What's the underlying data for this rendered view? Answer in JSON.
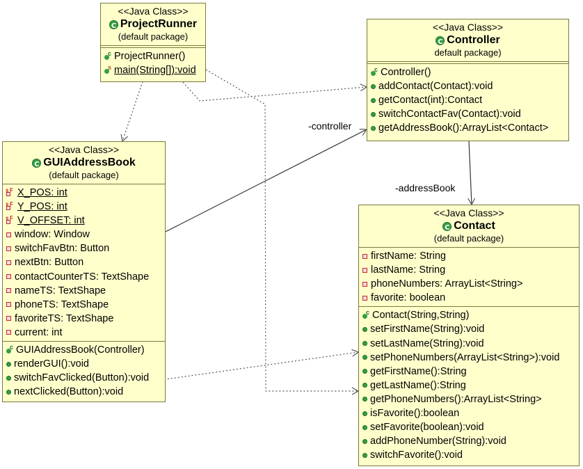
{
  "diagram": {
    "classes": {
      "projectRunner": {
        "stereotype": "<<Java Class>>",
        "name": "ProjectRunner",
        "package": "(default package)",
        "attributes": [],
        "methods": [
          {
            "text": "ProjectRunner()",
            "kind": "constructor"
          },
          {
            "text": "main(String[]):void",
            "kind": "static-public"
          }
        ]
      },
      "controller": {
        "stereotype": "<<Java Class>>",
        "name": "Controller",
        "package": "default package)",
        "attributes": [],
        "methods": [
          {
            "text": "Controller()",
            "kind": "constructor"
          },
          {
            "text": "addContact(Contact):void",
            "kind": "public"
          },
          {
            "text": "getContact(int):Contact",
            "kind": "public"
          },
          {
            "text": "switchContactFav(Contact):void",
            "kind": "public"
          },
          {
            "text": "getAddressBook():ArrayList<Contact>",
            "kind": "public"
          }
        ]
      },
      "guiAddressBook": {
        "stereotype": "<<Java Class>>",
        "name": "GUIAddressBook",
        "package": "(default package)",
        "attributes": [
          {
            "text": "X_POS: int",
            "kind": "static-final-private"
          },
          {
            "text": "Y_POS: int",
            "kind": "static-final-private"
          },
          {
            "text": "V_OFFSET: int",
            "kind": "static-final-private"
          },
          {
            "text": "window: Window",
            "kind": "private"
          },
          {
            "text": "switchFavBtn: Button",
            "kind": "private"
          },
          {
            "text": "nextBtn: Button",
            "kind": "private"
          },
          {
            "text": "contactCounterTS: TextShape",
            "kind": "private"
          },
          {
            "text": "nameTS: TextShape",
            "kind": "private"
          },
          {
            "text": "phoneTS: TextShape",
            "kind": "private"
          },
          {
            "text": "favoriteTS: TextShape",
            "kind": "private"
          },
          {
            "text": "current: int",
            "kind": "private"
          }
        ],
        "methods": [
          {
            "text": "GUIAddressBook(Controller)",
            "kind": "constructor"
          },
          {
            "text": "renderGUI():void",
            "kind": "public"
          },
          {
            "text": "switchFavClicked(Button):void",
            "kind": "public"
          },
          {
            "text": "nextClicked(Button):void",
            "kind": "public"
          }
        ]
      },
      "contact": {
        "stereotype": "<<Java Class>>",
        "name": "Contact",
        "package": "(default package)",
        "attributes": [
          {
            "text": "firstName: String",
            "kind": "private"
          },
          {
            "text": "lastName: String",
            "kind": "private"
          },
          {
            "text": "phoneNumbers: ArrayList<String>",
            "kind": "private"
          },
          {
            "text": "favorite: boolean",
            "kind": "private"
          }
        ],
        "methods": [
          {
            "text": "Contact(String,String)",
            "kind": "constructor"
          },
          {
            "text": "setFirstName(String):void",
            "kind": "public"
          },
          {
            "text": "setLastName(String):void",
            "kind": "public"
          },
          {
            "text": "setPhoneNumbers(ArrayList<String>):void",
            "kind": "public"
          },
          {
            "text": "getFirstName():String",
            "kind": "public"
          },
          {
            "text": "getLastName():String",
            "kind": "public"
          },
          {
            "text": "getPhoneNumbers():ArrayList<String>",
            "kind": "public"
          },
          {
            "text": "isFavorite():boolean",
            "kind": "public"
          },
          {
            "text": "setFavorite(boolean):void",
            "kind": "public"
          },
          {
            "text": "addPhoneNumber(String):void",
            "kind": "public"
          },
          {
            "text": "switchFavorite():void",
            "kind": "public"
          }
        ]
      }
    },
    "associations": {
      "controller_label": "-controller",
      "addressBook_label": "-addressBook"
    },
    "icons": {
      "class": "class-icon",
      "public": "public-method-icon",
      "private": "private-field-icon",
      "constructor": "constructor-icon",
      "static": "static-icon"
    },
    "colors": {
      "box_fill": "#ffffcc",
      "box_border": "#7a7a3a",
      "public": "#32a040",
      "private": "#c0282d"
    }
  }
}
